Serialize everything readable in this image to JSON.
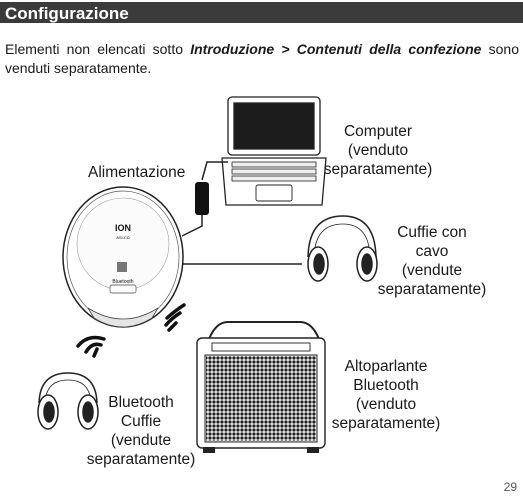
{
  "header": {
    "title": "Configurazione"
  },
  "intro": {
    "prefix": "Elementi non elencati sotto ",
    "emphasis": "Introduzione > Contenuti della confezione",
    "suffix": " sono venduti separatamente."
  },
  "device": {
    "brand": "ION",
    "model": "ASI-CD",
    "bluetooth_mark": "Bluetooth"
  },
  "labels": {
    "power": "Alimentazione",
    "computer": [
      "Computer",
      "(venduto",
      "separatamente)"
    ],
    "wired_headphones": [
      "Cuffie con",
      "cavo",
      "(vendute",
      "separatamente)"
    ],
    "speaker": [
      "Altoparlante",
      "Bluetooth",
      "(venduto",
      "separatamente)"
    ],
    "bt_headphones": [
      "Bluetooth",
      "Cuffie",
      "(vendute",
      "separatamente)"
    ]
  },
  "footer": {
    "page_number": "29"
  },
  "icons": [
    "power-adapter-icon",
    "laptop-icon",
    "cd-player-icon",
    "headphones-icon",
    "speaker-icon",
    "wireless-signal-icon"
  ]
}
